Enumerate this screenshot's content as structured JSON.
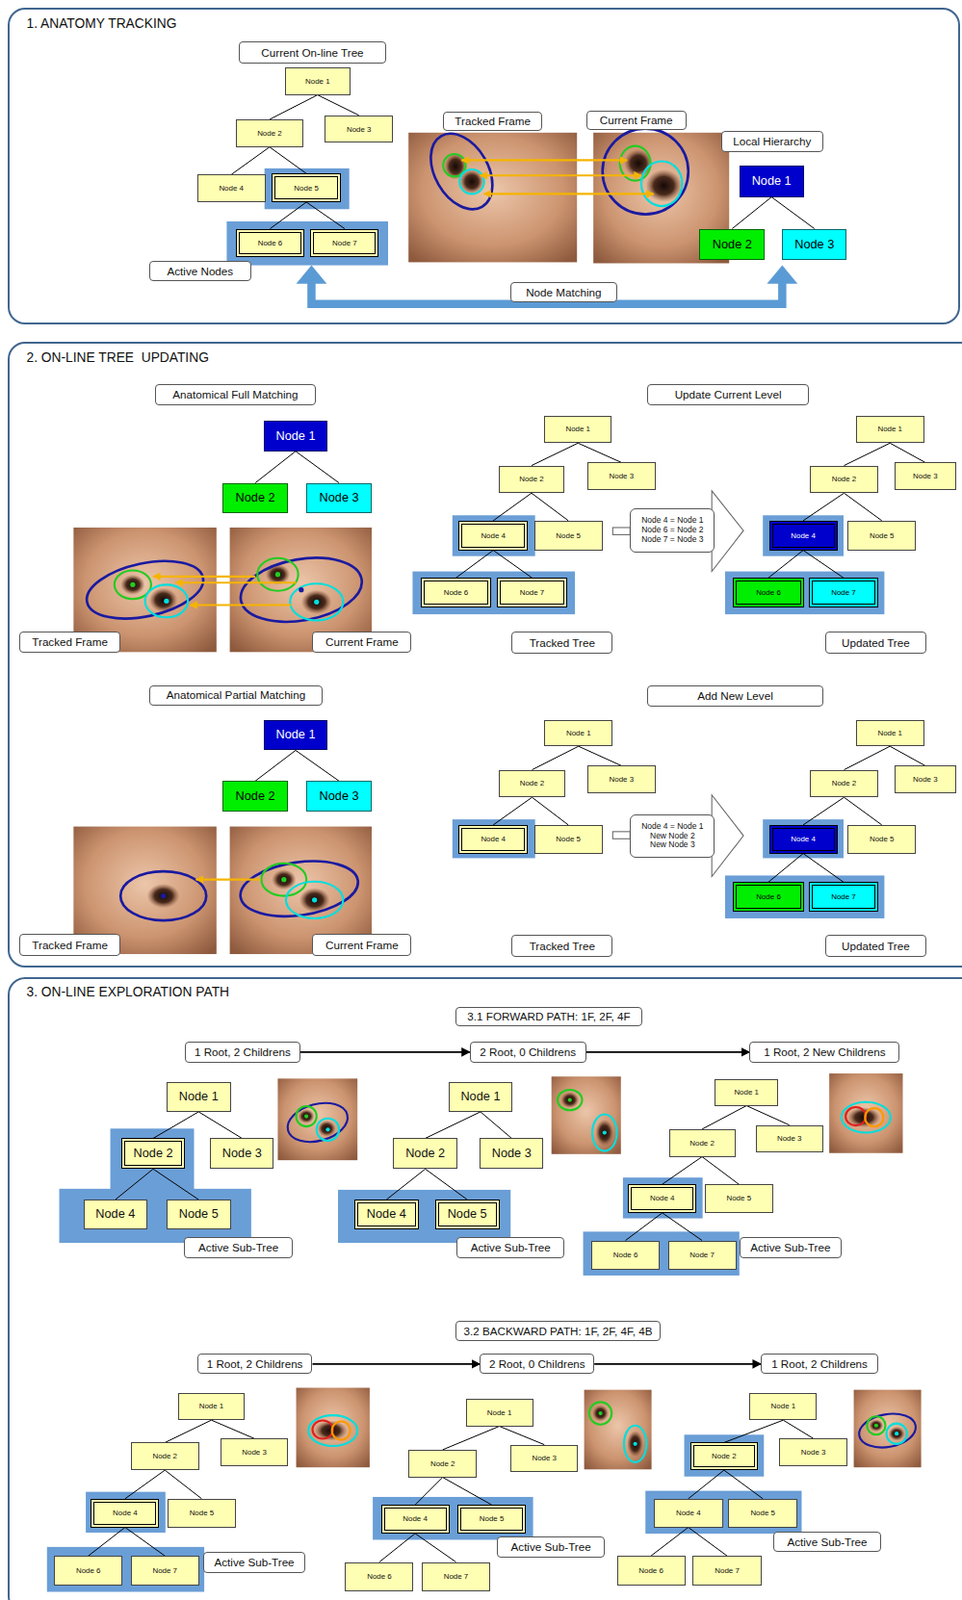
{
  "diagram": {
    "nodes": [
      {
        "text": [
          "1. ANATOMY TRACKING"
        ]
      },
      {
        "text": [
          "Current On-line Tree"
        ],
        "in": 0
      },
      {
        "text": [
          "Node 1"
        ],
        "in": 0
      },
      {
        "text": [
          "Node 2"
        ],
        "in": 0
      },
      {
        "text": [
          "Node 3"
        ],
        "in": 0
      },
      {
        "text": [
          "Node 4"
        ],
        "in": 0
      },
      {
        "text": [
          "Node 5"
        ],
        "in": 0
      },
      {
        "text": [
          "Node 6"
        ],
        "in": 0
      },
      {
        "text": [
          "Node 7"
        ],
        "in": 0
      },
      {
        "text": [
          "Active Nodes"
        ],
        "in": 0
      },
      {
        "text": [
          "Tracked Frame"
        ],
        "in": 0
      },
      {
        "text": [
          "Current Frame"
        ],
        "in": 0
      },
      {
        "text": [
          "Local Hierarchy"
        ],
        "in": 0
      },
      {
        "text": [
          "Node 1"
        ],
        "in": 0
      },
      {
        "text": [
          "Node 2"
        ],
        "in": 0
      },
      {
        "text": [
          "Node 3"
        ],
        "in": 0
      },
      {
        "text": [
          "Node Matching"
        ],
        "in": 0
      },
      {
        "text": [
          "2. ON-LINE TREE  UPDATING"
        ]
      },
      {
        "text": [
          "Anatomical Full Matching"
        ],
        "in": 17
      },
      {
        "text": [
          "Node 1"
        ],
        "in": 17
      },
      {
        "text": [
          "Node 2"
        ],
        "in": 17
      },
      {
        "text": [
          "Node 3"
        ],
        "in": 17
      },
      {
        "text": [
          "Tracked Frame"
        ],
        "in": 17
      },
      {
        "text": [
          "Current Frame"
        ],
        "in": 17
      },
      {
        "text": [
          "Update Current Level"
        ],
        "in": 17
      },
      {
        "text": [
          "Node 1"
        ],
        "in": 17
      },
      {
        "text": [
          "Node 2"
        ],
        "in": 17
      },
      {
        "text": [
          "Node 3"
        ],
        "in": 17
      },
      {
        "text": [
          "Node 4"
        ],
        "in": 17
      },
      {
        "text": [
          "Node 5"
        ],
        "in": 17
      },
      {
        "text": [
          "Node 6"
        ],
        "in": 17
      },
      {
        "text": [
          "Node 7"
        ],
        "in": 17
      },
      {
        "text": [
          "Node 4 = Node 1",
          "Node 6 = Node 2",
          "Node 7 = Node 3"
        ],
        "in": 17
      },
      {
        "text": [
          "Node 1"
        ],
        "in": 17
      },
      {
        "text": [
          "Node 2"
        ],
        "in": 17
      },
      {
        "text": [
          "Node 3"
        ],
        "in": 17
      },
      {
        "text": [
          "Node 4"
        ],
        "in": 17
      },
      {
        "text": [
          "Node 5"
        ],
        "in": 17
      },
      {
        "text": [
          "Node 6"
        ],
        "in": 17
      },
      {
        "text": [
          "Node 7"
        ],
        "in": 17
      },
      {
        "text": [
          "Tracked Tree"
        ],
        "in": 17
      },
      {
        "text": [
          "Updated Tree"
        ],
        "in": 17
      },
      {
        "text": [
          "Anatomical Partial Matching"
        ],
        "in": 17
      },
      {
        "text": [
          "Node 1"
        ],
        "in": 17
      },
      {
        "text": [
          "Node 2"
        ],
        "in": 17
      },
      {
        "text": [
          "Node 3"
        ],
        "in": 17
      },
      {
        "text": [
          "Tracked Frame"
        ],
        "in": 17
      },
      {
        "text": [
          "Current Frame"
        ],
        "in": 17
      },
      {
        "text": [
          "Add New Level"
        ],
        "in": 17
      },
      {
        "text": [
          "Node 1"
        ],
        "in": 17
      },
      {
        "text": [
          "Node 2"
        ],
        "in": 17
      },
      {
        "text": [
          "Node 3"
        ],
        "in": 17
      },
      {
        "text": [
          "Node 4"
        ],
        "in": 17
      },
      {
        "text": [
          "Node 5"
        ],
        "in": 17
      },
      {
        "text": [
          "Node 4 = Node 1",
          "New Node 2",
          "New Node 3"
        ],
        "in": 17
      },
      {
        "text": [
          "Node 1"
        ],
        "in": 17
      },
      {
        "text": [
          "Node 2"
        ],
        "in": 17
      },
      {
        "text": [
          "Node 3"
        ],
        "in": 17
      },
      {
        "text": [
          "Node 4"
        ],
        "in": 17
      },
      {
        "text": [
          "Node 5"
        ],
        "in": 17
      },
      {
        "text": [
          "Node 6"
        ],
        "in": 17
      },
      {
        "text": [
          "Node 7"
        ],
        "in": 17
      },
      {
        "text": [
          "Tracked Tree"
        ],
        "in": 17
      },
      {
        "text": [
          "Updated Tree"
        ],
        "in": 17
      },
      {
        "text": [
          "3. ON-LINE EXPLORATION PATH"
        ]
      },
      {
        "text": [
          "3.1 FORWARD PATH: 1F, 2F, 4F"
        ],
        "in": 64
      },
      {
        "text": [
          "1 Root, 2 Childrens"
        ],
        "in": 64
      },
      {
        "text": [
          "2 Root, 0 Childrens"
        ],
        "in": 64
      },
      {
        "text": [
          "1 Root, 2 New Childrens"
        ],
        "in": 64
      },
      {
        "text": [
          "Node 1"
        ],
        "in": 64
      },
      {
        "text": [
          "Node 2"
        ],
        "in": 64
      },
      {
        "text": [
          "Node 3"
        ],
        "in": 64
      },
      {
        "text": [
          "Node 4"
        ],
        "in": 64
      },
      {
        "text": [
          "Node 5"
        ],
        "in": 64
      },
      {
        "text": [
          "Active Sub-Tree"
        ],
        "in": 64
      },
      {
        "text": [
          "Node 1"
        ],
        "in": 64
      },
      {
        "text": [
          "Node 2"
        ],
        "in": 64
      },
      {
        "text": [
          "Node 3"
        ],
        "in": 64
      },
      {
        "text": [
          "Node 4"
        ],
        "in": 64
      },
      {
        "text": [
          "Node 5"
        ],
        "in": 64
      },
      {
        "text": [
          "Active Sub-Tree"
        ],
        "in": 64
      },
      {
        "text": [
          "Node 1"
        ],
        "in": 64
      },
      {
        "text": [
          "Node 2"
        ],
        "in": 64
      },
      {
        "text": [
          "Node 3"
        ],
        "in": 64
      },
      {
        "text": [
          "Node 4"
        ],
        "in": 64
      },
      {
        "text": [
          "Node 5"
        ],
        "in": 64
      },
      {
        "text": [
          "Node 6"
        ],
        "in": 64
      },
      {
        "text": [
          "Node 7"
        ],
        "in": 64
      },
      {
        "text": [
          "Active Sub-Tree"
        ],
        "in": 64
      },
      {
        "text": [
          "3.2 BACKWARD PATH: 1F, 2F, 4F, 4B"
        ],
        "in": 64
      },
      {
        "text": [
          "1 Root, 2 Childrens"
        ],
        "in": 64
      },
      {
        "text": [
          "2 Root, 0 Childrens"
        ],
        "in": 64
      },
      {
        "text": [
          "1 Root, 2 Childrens"
        ],
        "in": 64
      },
      {
        "text": [
          "Node 1"
        ],
        "in": 64
      },
      {
        "text": [
          "Node 2"
        ],
        "in": 64
      },
      {
        "text": [
          "Node 3"
        ],
        "in": 64
      },
      {
        "text": [
          "Node 4"
        ],
        "in": 64
      },
      {
        "text": [
          "Node 5"
        ],
        "in": 64
      },
      {
        "text": [
          "Node 6"
        ],
        "in": 64
      },
      {
        "text": [
          "Node 7"
        ],
        "in": 64
      },
      {
        "text": [
          "Active Sub-Tree"
        ],
        "in": 64
      },
      {
        "text": [
          "Node 1"
        ],
        "in": 64
      },
      {
        "text": [
          "Node 2"
        ],
        "in": 64
      },
      {
        "text": [
          "Node 3"
        ],
        "in": 64
      },
      {
        "text": [
          "Node 4"
        ],
        "in": 64
      },
      {
        "text": [
          "Node 5"
        ],
        "in": 64
      },
      {
        "text": [
          "Node 6"
        ],
        "in": 64
      },
      {
        "text": [
          "Node 7"
        ],
        "in": 64
      },
      {
        "text": [
          "Active Sub-Tree"
        ],
        "in": 64
      },
      {
        "text": [
          "Node 1"
        ],
        "in": 64
      },
      {
        "text": [
          "Node 2"
        ],
        "in": 64
      },
      {
        "text": [
          "Node 3"
        ],
        "in": 64
      },
      {
        "text": [
          "Node 4"
        ],
        "in": 64
      },
      {
        "text": [
          "Node 5"
        ],
        "in": 64
      },
      {
        "text": [
          "Node 6"
        ],
        "in": 64
      },
      {
        "text": [
          "Node 7"
        ],
        "in": 64
      },
      {
        "text": [
          "Active Sub-Tree"
        ],
        "in": 64
      }
    ],
    "edges": [
      {
        "from": 2,
        "to": 3,
        "arrow": "none"
      },
      {
        "from": 2,
        "to": 4,
        "arrow": "none"
      },
      {
        "from": 3,
        "to": 5,
        "arrow": "none"
      },
      {
        "from": 3,
        "to": 6,
        "arrow": "none"
      },
      {
        "from": 6,
        "to": 7,
        "arrow": "none"
      },
      {
        "from": 6,
        "to": 8,
        "arrow": "none"
      },
      {
        "from": 13,
        "to": 14,
        "arrow": "none"
      },
      {
        "from": 13,
        "to": 15,
        "arrow": "none"
      },
      {
        "from": 19,
        "to": 20,
        "arrow": "none"
      },
      {
        "from": 19,
        "to": 21,
        "arrow": "none"
      },
      {
        "from": 25,
        "to": 26,
        "arrow": "none"
      },
      {
        "from": 25,
        "to": 27,
        "arrow": "none"
      },
      {
        "from": 26,
        "to": 28,
        "arrow": "none"
      },
      {
        "from": 26,
        "to": 29,
        "arrow": "none"
      },
      {
        "from": 28,
        "to": 30,
        "arrow": "none"
      },
      {
        "from": 28,
        "to": 31,
        "arrow": "none"
      },
      {
        "from": 33,
        "to": 34,
        "arrow": "none"
      },
      {
        "from": 33,
        "to": 35,
        "arrow": "none"
      },
      {
        "from": 34,
        "to": 36,
        "arrow": "none"
      },
      {
        "from": 34,
        "to": 37,
        "arrow": "none"
      },
      {
        "from": 36,
        "to": 38,
        "arrow": "none"
      },
      {
        "from": 36,
        "to": 39,
        "arrow": "none"
      },
      {
        "from": 43,
        "to": 44,
        "arrow": "none"
      },
      {
        "from": 43,
        "to": 45,
        "arrow": "none"
      },
      {
        "from": 49,
        "to": 50,
        "arrow": "none"
      },
      {
        "from": 49,
        "to": 51,
        "arrow": "none"
      },
      {
        "from": 50,
        "to": 52,
        "arrow": "none"
      },
      {
        "from": 50,
        "to": 53,
        "arrow": "none"
      },
      {
        "from": 55,
        "to": 56,
        "arrow": "none"
      },
      {
        "from": 55,
        "to": 57,
        "arrow": "none"
      },
      {
        "from": 56,
        "to": 58,
        "arrow": "none"
      },
      {
        "from": 56,
        "to": 59,
        "arrow": "none"
      },
      {
        "from": 58,
        "to": 60,
        "arrow": "none"
      },
      {
        "from": 58,
        "to": 61,
        "arrow": "none"
      },
      {
        "from": 66,
        "to": 67,
        "arrow": "to"
      },
      {
        "from": 67,
        "to": 68,
        "arrow": "to"
      },
      {
        "from": 69,
        "to": 70,
        "arrow": "none"
      },
      {
        "from": 69,
        "to": 71,
        "arrow": "none"
      },
      {
        "from": 70,
        "to": 72,
        "arrow": "none"
      },
      {
        "from": 70,
        "to": 73,
        "arrow": "none"
      },
      {
        "from": 75,
        "to": 76,
        "arrow": "none"
      },
      {
        "from": 75,
        "to": 77,
        "arrow": "none"
      },
      {
        "from": 76,
        "to": 78,
        "arrow": "none"
      },
      {
        "from": 76,
        "to": 79,
        "arrow": "none"
      },
      {
        "from": 81,
        "to": 82,
        "arrow": "none"
      },
      {
        "from": 81,
        "to": 83,
        "arrow": "none"
      },
      {
        "from": 82,
        "to": 84,
        "arrow": "none"
      },
      {
        "from": 82,
        "to": 85,
        "arrow": "none"
      },
      {
        "from": 84,
        "to": 86,
        "arrow": "none"
      },
      {
        "from": 84,
        "to": 87,
        "arrow": "none"
      },
      {
        "from": 90,
        "to": 91,
        "arrow": "to"
      },
      {
        "from": 91,
        "to": 92,
        "arrow": "to"
      },
      {
        "from": 93,
        "to": 94,
        "arrow": "none"
      },
      {
        "from": 93,
        "to": 95,
        "arrow": "none"
      },
      {
        "from": 94,
        "to": 96,
        "arrow": "none"
      },
      {
        "from": 94,
        "to": 97,
        "arrow": "none"
      },
      {
        "from": 96,
        "to": 98,
        "arrow": "none"
      },
      {
        "from": 96,
        "to": 99,
        "arrow": "none"
      },
      {
        "from": 101,
        "to": 102,
        "arrow": "none"
      },
      {
        "from": 101,
        "to": 103,
        "arrow": "none"
      },
      {
        "from": 102,
        "to": 104,
        "arrow": "none"
      },
      {
        "from": 102,
        "to": 105,
        "arrow": "none"
      },
      {
        "from": 104,
        "to": 106,
        "arrow": "none"
      },
      {
        "from": 104,
        "to": 107,
        "arrow": "none"
      },
      {
        "from": 109,
        "to": 110,
        "arrow": "none"
      },
      {
        "from": 109,
        "to": 111,
        "arrow": "none"
      },
      {
        "from": 110,
        "to": 112,
        "arrow": "none"
      },
      {
        "from": 110,
        "to": 113,
        "arrow": "none"
      },
      {
        "from": 112,
        "to": 114,
        "arrow": "none"
      },
      {
        "from": 112,
        "to": 115,
        "arrow": "none"
      }
    ]
  }
}
